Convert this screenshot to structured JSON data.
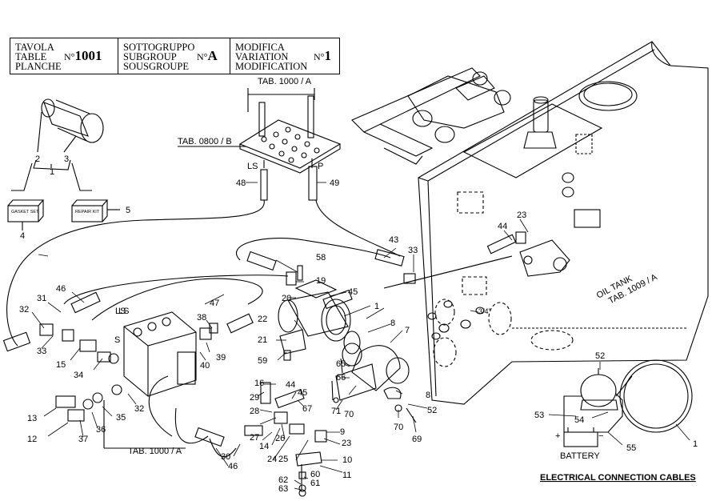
{
  "header": {
    "table": {
      "lines": [
        "TAVOLA",
        "TABLE",
        "PLANCHE"
      ],
      "number_prefix": "N°",
      "number": "1001"
    },
    "subgroup": {
      "lines": [
        "SOTTOGRUPPO",
        "SUBGROUP",
        "SOUSGROUPE"
      ],
      "number_prefix": "N°",
      "number": "A"
    },
    "variation": {
      "lines": [
        "MODIFICA",
        "VARIATION",
        "MODIFICATION"
      ],
      "number_prefix": "N°",
      "number": "1"
    }
  },
  "references": {
    "tab1000a_top": "TAB. 1000 / A",
    "tab0800b": "TAB. 0800 / B",
    "tab1000a_bottom": "TAB. 1000 / A",
    "oil_tank_line1": "OIL TANK",
    "oil_tank_line2": "TAB. 1009 / A",
    "port_ls_top": "LS",
    "port_p": "P",
    "port_ls_valve": "LS",
    "port_s": "S",
    "thread_size": "3/4\"",
    "gasket_box": "GASKET SET",
    "repair_box": "REPAIR KIT"
  },
  "electrical": {
    "title": "ELECTRICAL CONNECTION CABLES",
    "battery_label": "BATTERY",
    "plus": "+",
    "minus": "−"
  },
  "callouts": [
    "2",
    "3",
    "1",
    "4",
    "5",
    "48",
    "49",
    "46",
    "31",
    "32",
    "33",
    "15",
    "34",
    "47",
    "LS",
    "38",
    "39",
    "40",
    "13",
    "12",
    "37",
    "36",
    "35",
    "32",
    "58",
    "19",
    "20",
    "45",
    "1",
    "22",
    "21",
    "59",
    "8",
    "7",
    "16",
    "29",
    "28",
    "27",
    "26",
    "14",
    "24",
    "25",
    "44",
    "45",
    "67",
    "71",
    "70",
    "65",
    "66",
    "43",
    "33",
    "44",
    "23",
    "9",
    "23",
    "10",
    "11",
    "30",
    "46",
    "60",
    "61",
    "62",
    "63",
    "8",
    "52",
    "70",
    "69",
    "52",
    "53",
    "54",
    "55",
    "1"
  ]
}
